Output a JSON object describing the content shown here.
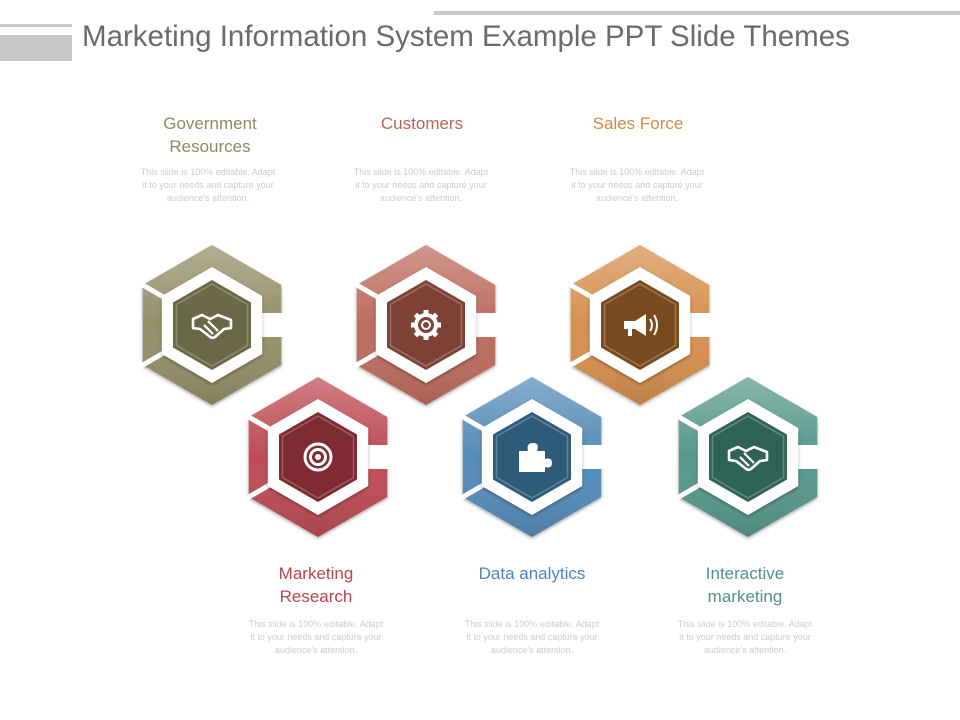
{
  "slide": {
    "title": "Marketing Information System Example PPT Slide Themes"
  },
  "items": [
    {
      "title": "Government\nResources",
      "description": "This slide is 100% editable. Adapt it to your needs and capture your audience's attention.",
      "icon": "handshake-icon",
      "color": "#8e8a62",
      "inner_color": "#6b6848"
    },
    {
      "title": "Customers",
      "description": "This slide is 100% editable. Adapt it to your needs and capture your audience's attention.",
      "icon": "gear-icon",
      "color": "#b96555",
      "inner_color": "#7d4136"
    },
    {
      "title": "Sales Force",
      "description": "This slide is 100% editable. Adapt it to your needs and capture your audience's attention.",
      "icon": "megaphone-icon",
      "color": "#d48a46",
      "inner_color": "#7a4a1f"
    },
    {
      "title": "Marketing\nResearch",
      "description": "This slide is 100% editable. Adapt it to your needs and capture your audience's attention.",
      "icon": "target-icon",
      "color": "#b9454c",
      "inner_color": "#7d2a30"
    },
    {
      "title": "Data analytics",
      "description": "This slide is 100% editable. Adapt it to your needs and capture your audience's attention.",
      "icon": "puzzle-icon",
      "color": "#4d86b5",
      "inner_color": "#2e5b7a"
    },
    {
      "title": "Interactive\nmarketing",
      "description": "This slide is 100% editable. Adapt it to your needs and capture your audience's attention.",
      "icon": "handshake-icon",
      "color": "#4f9486",
      "inner_color": "#2f6358"
    }
  ]
}
